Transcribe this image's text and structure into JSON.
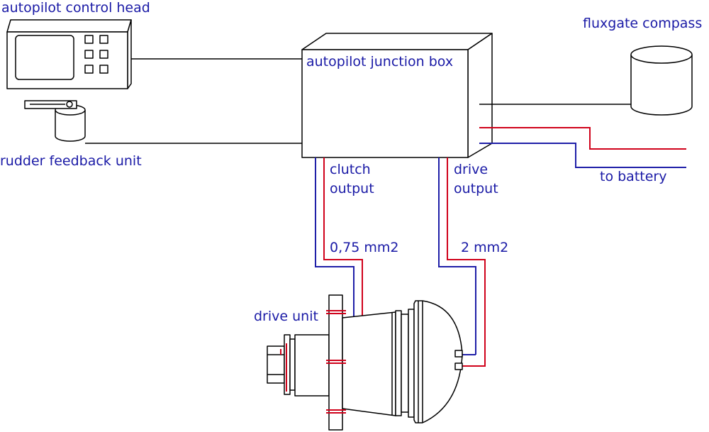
{
  "labels": {
    "control_head": "autopilot control head",
    "junction_box": "autopilot junction box",
    "fluxgate": "fluxgate compass",
    "rudder_unit": "rudder feedback unit",
    "clutch_output_1": "clutch",
    "clutch_output_2": "output",
    "drive_output_1": "drive",
    "drive_output_2": "output",
    "to_battery": "to battery",
    "wire_clutch": "0,75 mm2",
    "wire_drive": "2 mm2",
    "drive_unit": "drive unit"
  },
  "colors": {
    "label": "#1a1aa6",
    "outline": "#000000",
    "wire_positive": "#d0021b",
    "wire_negative": "#1f1fa8"
  }
}
